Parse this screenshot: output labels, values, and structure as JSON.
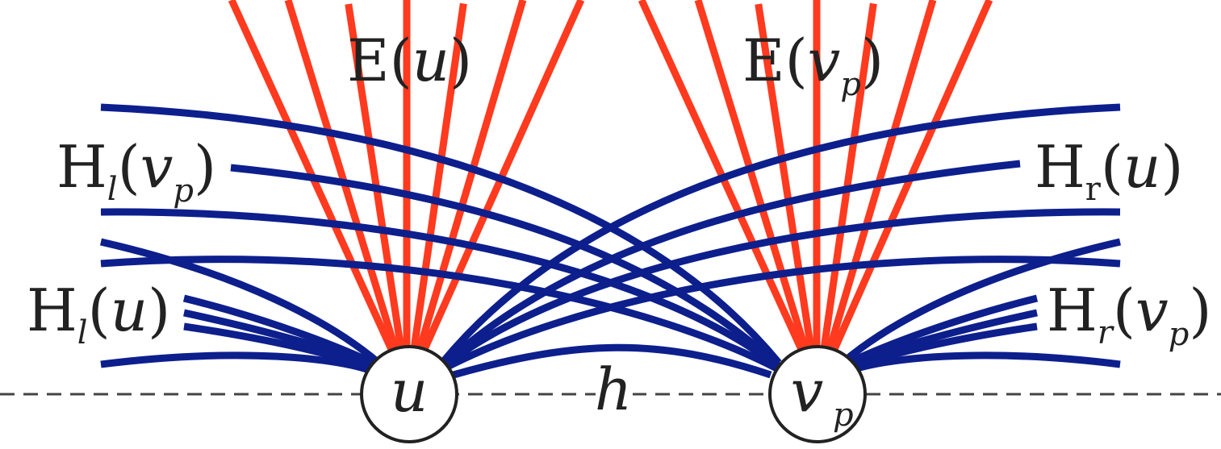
{
  "colors": {
    "red_edges": "#ff3a1f",
    "blue_edges": "#0d1f8c",
    "node_stroke": "#222222",
    "dashed_line": "#444444",
    "text": "#222222"
  },
  "nodes": {
    "u": {
      "label": "u"
    },
    "v": {
      "label": "v",
      "subscript": "p"
    }
  },
  "line_label": "h",
  "labels": {
    "e_u": {
      "main": "E",
      "open": "(",
      "arg": "u",
      "close": ")"
    },
    "e_vp": {
      "main": "E",
      "open": "(",
      "arg": "v",
      "arg_sub": "p",
      "close": ")"
    },
    "hl_vp": {
      "main": "H",
      "sub": "l",
      "open": "(",
      "arg": "v",
      "arg_sub": "p",
      "close": ")"
    },
    "hl_u": {
      "main": "H",
      "sub": "l",
      "open": "(",
      "arg": "u",
      "close": ")"
    },
    "hr_u": {
      "main": "H",
      "sub": "r",
      "open": "(",
      "arg": "u",
      "close": ")"
    },
    "hr_vp": {
      "main": "H",
      "sub": "r",
      "open": "(",
      "arg": "v",
      "arg_sub": "p",
      "close": ")"
    }
  }
}
